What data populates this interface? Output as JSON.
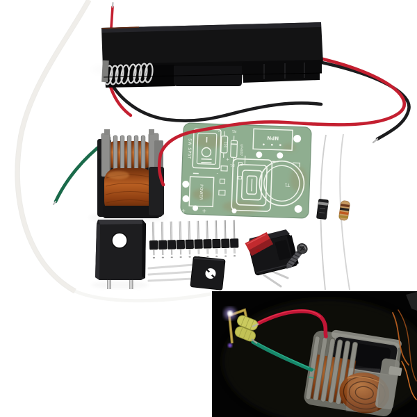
{
  "scene": {
    "background": "#ffffff",
    "inset_background": "#000000"
  },
  "pcb": {
    "board_color": "#8fae90",
    "silkscreen_color": "#f2f6ee",
    "labels": {
      "switch_footprint": "SW SPST",
      "power_connector": "POWER",
      "transistor_footprint": "NPN",
      "transformer_ref": "T1",
      "resistor_ref": "R1",
      "resistor_value": "120",
      "diode_part": "UF4007",
      "diode_ref": "D1",
      "plus_mark": "+",
      "minus_mark": "-"
    }
  },
  "colors": {
    "copper": "#a5541c",
    "wire_red": "#c41f30",
    "wire_black": "#1c1c1e",
    "wire_green": "#1a6a4a",
    "wire_white": "#f0eeea",
    "rocker_red": "#c22a2e",
    "spark_gap_yellow": "#caca5e",
    "brass_electrode": "#c3ab4e",
    "arc_glow": "#b9a1ff"
  },
  "parts": [
    "battery-holder",
    "inverter-transformer-pair",
    "driver-pcb",
    "to220-heatsink",
    "pin-header-strip-10p",
    "npn-power-transistor",
    "rocker-switch",
    "mounting-screw",
    "rectifier-diode",
    "resistor",
    "high-voltage-wires",
    "assembled-unit-inset-photo"
  ]
}
